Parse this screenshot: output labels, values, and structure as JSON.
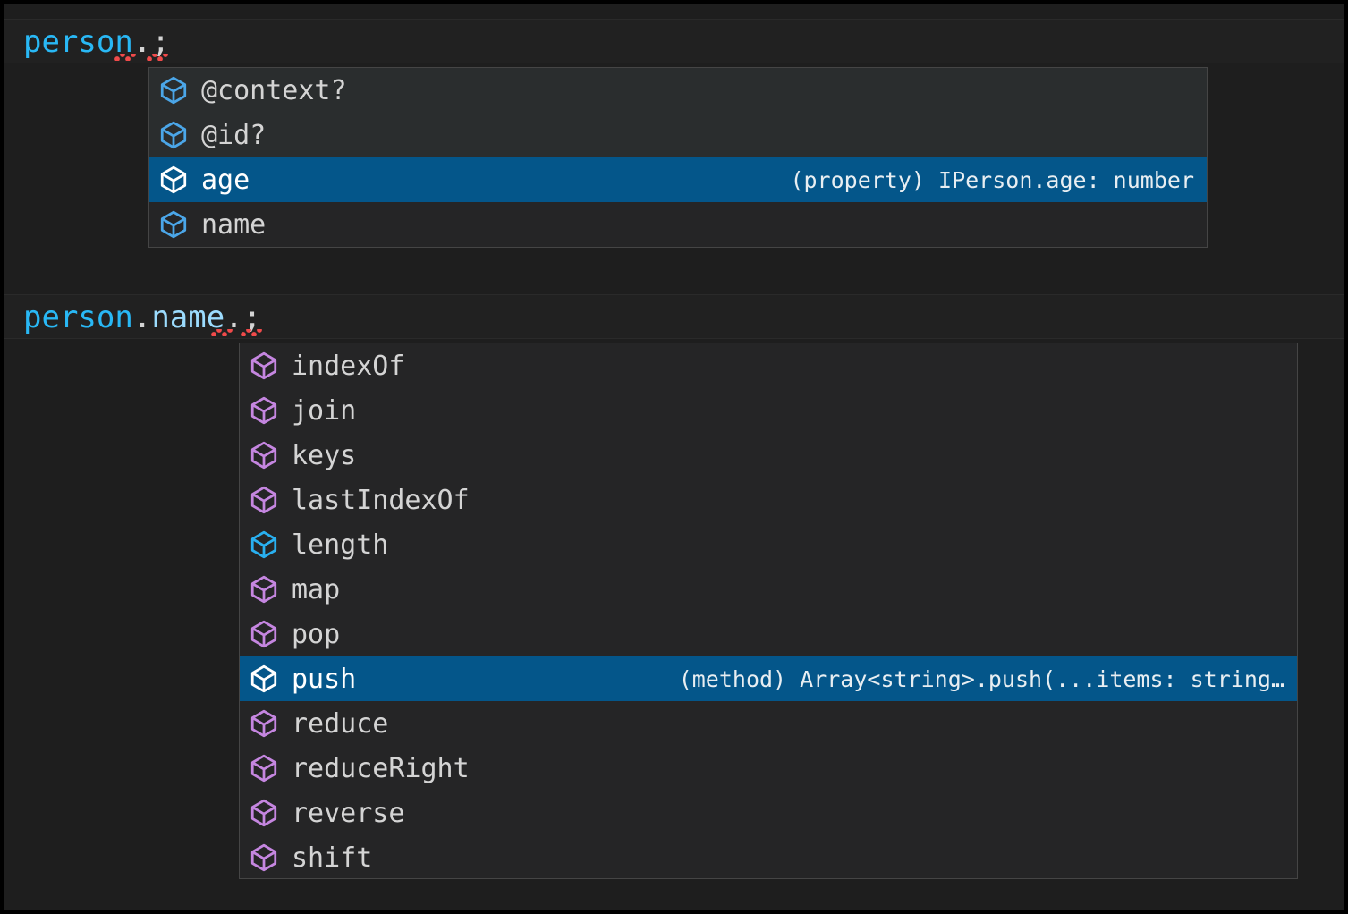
{
  "editor": {
    "theme_colors": {
      "background": "#1e1e1e",
      "line_background": "#212121",
      "selection_blue": "#04568a",
      "popup_background": "#252526",
      "popup_border": "#454545",
      "variable_blue": "#29b8f5",
      "property_blue": "#9cdcfe",
      "punctuation": "#d4d4d4",
      "method_icon_purple": "#c586e0",
      "property_icon_blue": "#4ba6e8",
      "error_squiggle_red": "#f04a4a"
    },
    "lines": [
      {
        "id": "line-1",
        "tokens": [
          {
            "text": "person",
            "kind": "variable"
          },
          {
            "text": ".",
            "kind": "punctuation"
          },
          {
            "text": ";",
            "kind": "punctuation"
          }
        ],
        "plain": "person.;",
        "has_error_squiggle": true
      },
      {
        "id": "line-2",
        "tokens": [
          {
            "text": "person",
            "kind": "variable"
          },
          {
            "text": ".",
            "kind": "punctuation"
          },
          {
            "text": "name",
            "kind": "property"
          },
          {
            "text": ".",
            "kind": "punctuation"
          },
          {
            "text": ";",
            "kind": "punctuation"
          }
        ],
        "plain": "person.name.;",
        "has_error_squiggle": true
      }
    ]
  },
  "popups": [
    {
      "name": "person-member-suggestions",
      "selected_index": 2,
      "items": [
        {
          "label": "@context?",
          "icon": "cube-property-icon",
          "icon_kind": "property",
          "detail": ""
        },
        {
          "label": "@id?",
          "icon": "cube-property-icon",
          "icon_kind": "property",
          "detail": ""
        },
        {
          "label": "age",
          "icon": "cube-property-icon",
          "icon_kind": "property",
          "detail": "(property) IPerson.age: number"
        },
        {
          "label": "name",
          "icon": "cube-property-icon",
          "icon_kind": "property",
          "detail": ""
        }
      ]
    },
    {
      "name": "person-name-member-suggestions",
      "selected_index": 7,
      "items": [
        {
          "label": "indexOf",
          "icon": "cube-method-icon",
          "icon_kind": "method",
          "detail": ""
        },
        {
          "label": "join",
          "icon": "cube-method-icon",
          "icon_kind": "method",
          "detail": ""
        },
        {
          "label": "keys",
          "icon": "cube-method-icon",
          "icon_kind": "method",
          "detail": ""
        },
        {
          "label": "lastIndexOf",
          "icon": "cube-method-icon",
          "icon_kind": "method",
          "detail": ""
        },
        {
          "label": "length",
          "icon": "cube-property-icon",
          "icon_kind": "property",
          "detail": ""
        },
        {
          "label": "map",
          "icon": "cube-method-icon",
          "icon_kind": "method",
          "detail": ""
        },
        {
          "label": "pop",
          "icon": "cube-method-icon",
          "icon_kind": "method",
          "detail": ""
        },
        {
          "label": "push",
          "icon": "cube-method-icon",
          "icon_kind": "method",
          "detail": "(method) Array<string>.push(...items: string…"
        },
        {
          "label": "reduce",
          "icon": "cube-method-icon",
          "icon_kind": "method",
          "detail": ""
        },
        {
          "label": "reduceRight",
          "icon": "cube-method-icon",
          "icon_kind": "method",
          "detail": ""
        },
        {
          "label": "reverse",
          "icon": "cube-method-icon",
          "icon_kind": "method",
          "detail": ""
        },
        {
          "label": "shift",
          "icon": "cube-method-icon",
          "icon_kind": "method",
          "detail": ""
        }
      ]
    }
  ]
}
